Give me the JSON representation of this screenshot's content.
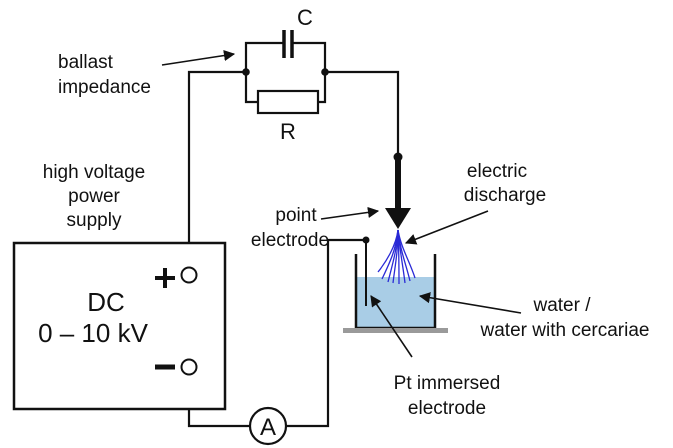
{
  "labels": {
    "ballast_1": "ballast",
    "ballast_2": "impedance",
    "hv_1": "high voltage",
    "hv_2": "power",
    "hv_3": "supply",
    "point_1": "point",
    "point_2": "electrode",
    "discharge_1": "electric",
    "discharge_2": "discharge",
    "water_1": "water /",
    "water_2": "water with cercariae",
    "pt_1": "Pt immersed",
    "pt_2": "electrode",
    "capacitor": "C",
    "resistor": "R",
    "ammeter": "A",
    "supply_dc": "DC",
    "supply_range": "0 – 10 kV",
    "plus": "+",
    "minus": "-"
  },
  "colors": {
    "line": "#111111",
    "water": "#a9cde6",
    "discharge": "#2a2ad6",
    "base": "#9a9a9a"
  }
}
